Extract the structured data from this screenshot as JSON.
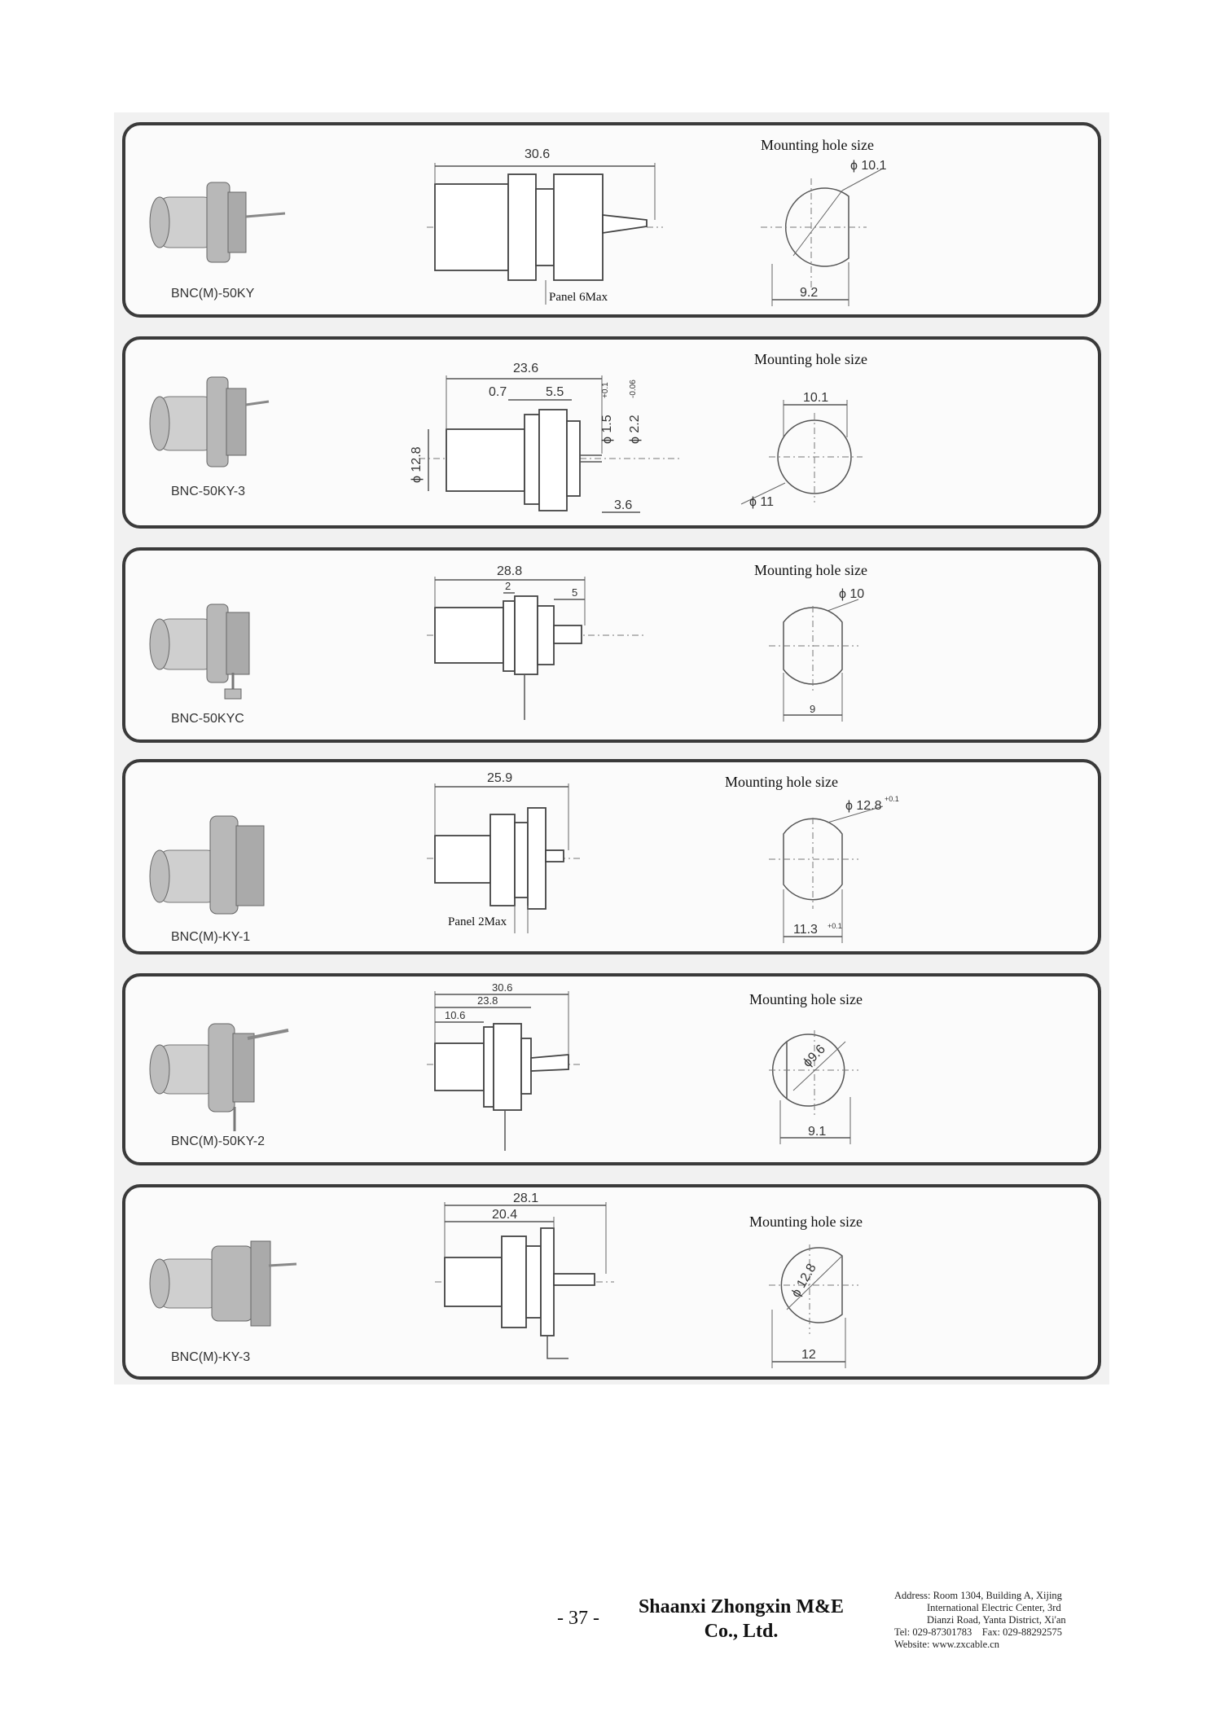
{
  "mounting_label": "Mounting hole size",
  "products": [
    {
      "model": "BNC(M)-50KY",
      "dims": [
        "30.6"
      ],
      "note": "Panel 6Max",
      "hole_dims": [
        "ϕ 10.1",
        "9.2"
      ]
    },
    {
      "model": "BNC-50KY-3",
      "dims": [
        "23.6",
        "0.7",
        "5.5",
        "ϕ 1.5",
        "+0.1",
        "ϕ 2.2",
        "-0.06",
        "ϕ 12.8",
        "3.6"
      ],
      "hole_dims": [
        "10.1",
        "ϕ 11"
      ]
    },
    {
      "model": "BNC-50KYC",
      "dims": [
        "28.8",
        "2",
        "5"
      ],
      "hole_dims": [
        "ϕ 10",
        "9"
      ]
    },
    {
      "model": "BNC(M)-KY-1",
      "dims": [
        "25.9"
      ],
      "note": "Panel 2Max",
      "hole_dims": [
        "ϕ 12.8",
        "+0.1",
        "11.3",
        "+0.1"
      ]
    },
    {
      "model": "BNC(M)-50KY-2",
      "dims": [
        "30.6",
        "23.8",
        "10.6"
      ],
      "hole_dims": [
        "ϕ9.6",
        "9.1"
      ]
    },
    {
      "model": "BNC(M)-KY-3",
      "dims": [
        "28.1",
        "20.4"
      ],
      "hole_dims": [
        "ϕ 12.8",
        "12"
      ]
    }
  ],
  "footer": {
    "page_number": "- 37 -",
    "company_line1": "Shaanxi Zhongxin M&E",
    "company_line2": "Co., Ltd.",
    "address_line1": "Address: Room 1304, Building A, Xijing",
    "address_line2": "International Electric Center, 3rd",
    "address_line3": "Dianzi Road, Yanta District, Xi'an",
    "tel_fax": "Tel: 029-87301783    Fax: 029-88292575",
    "website": "Website: www.zxcable.cn"
  }
}
